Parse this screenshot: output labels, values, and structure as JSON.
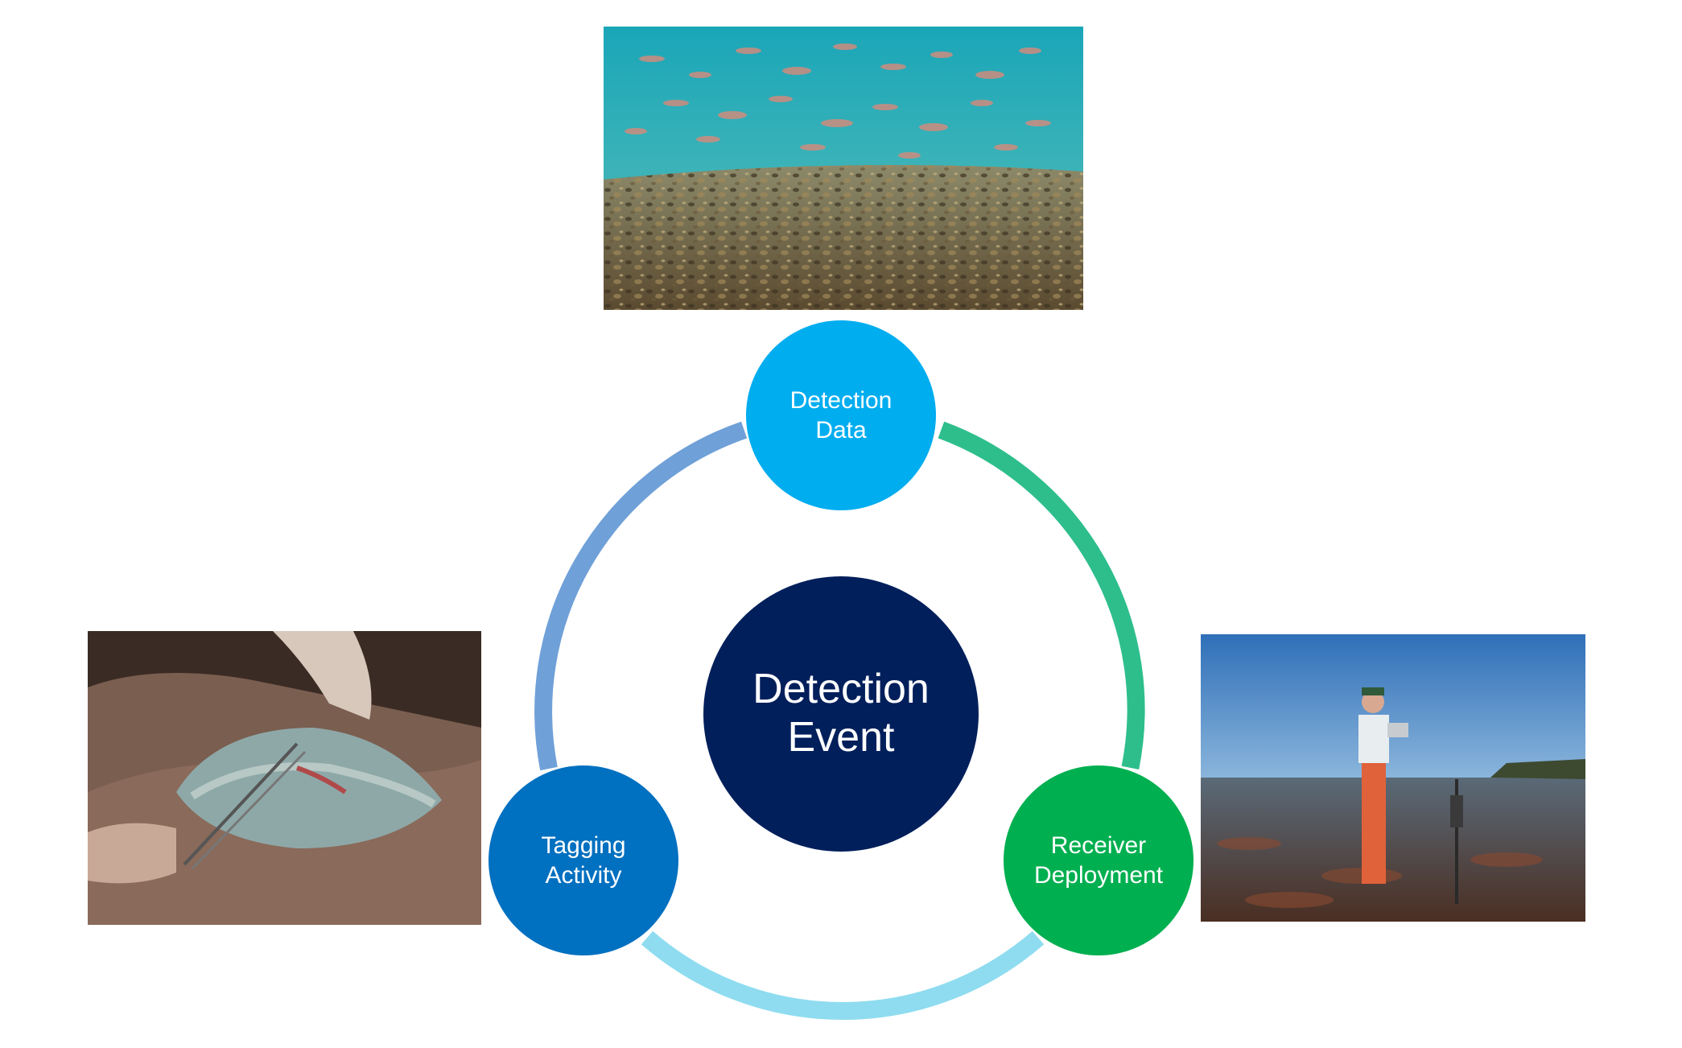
{
  "center": {
    "label": "Detection\nEvent",
    "color": "#001f5b"
  },
  "nodes": {
    "detection_data": {
      "label": "Detection\nData",
      "color": "#00adef"
    },
    "receiver_deployment": {
      "label": "Receiver\nDeployment",
      "color": "#00af50"
    },
    "tagging_activity": {
      "label": "Tagging\nActivity",
      "color": "#0070c0"
    }
  },
  "arcs": {
    "data_to_receiver": "#2dbe8c",
    "receiver_to_tagging": "#8fdcf0",
    "tagging_to_data": "#6fa0d8"
  }
}
